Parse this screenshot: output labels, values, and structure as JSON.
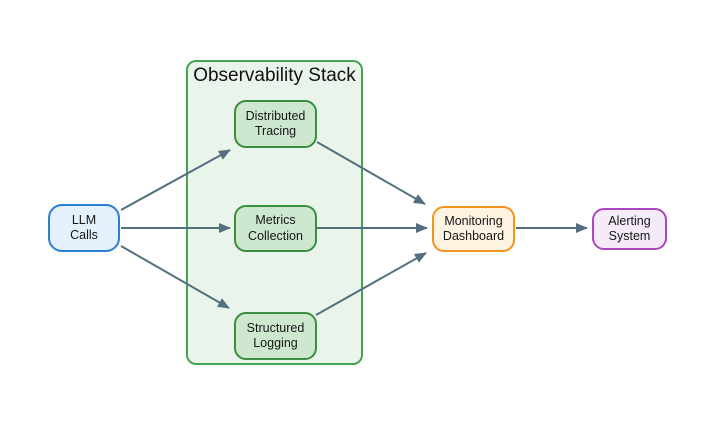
{
  "diagram": {
    "background": "#ffffff",
    "edge_color": "#54707E",
    "container": {
      "id": "observability-stack",
      "label": "Observability Stack",
      "fill": "#E9F5EA",
      "border": "#46A254"
    },
    "nodes": [
      {
        "id": "llm-calls",
        "label": "LLM\nCalls",
        "fill": "#E3F1FC",
        "border": "#2D7DD2"
      },
      {
        "id": "distributed-tracing",
        "label": "Distributed\nTracing",
        "fill": "#CDE8CF",
        "border": "#388E3C"
      },
      {
        "id": "metrics-collection",
        "label": "Metrics\nCollection",
        "fill": "#CDE8CF",
        "border": "#388E3C"
      },
      {
        "id": "structured-logging",
        "label": "Structured\nLogging",
        "fill": "#CDE8CF",
        "border": "#388E3C"
      },
      {
        "id": "monitoring-dashboard",
        "label": "Monitoring\nDashboard",
        "fill": "#FFF3E1",
        "border": "#F2941E"
      },
      {
        "id": "alerting-system",
        "label": "Alerting\nSystem",
        "fill": "#F5EAF8",
        "border": "#AB47BC"
      }
    ],
    "edges": [
      {
        "from": "llm-calls",
        "to": "distributed-tracing"
      },
      {
        "from": "llm-calls",
        "to": "metrics-collection"
      },
      {
        "from": "llm-calls",
        "to": "structured-logging"
      },
      {
        "from": "distributed-tracing",
        "to": "monitoring-dashboard"
      },
      {
        "from": "metrics-collection",
        "to": "monitoring-dashboard"
      },
      {
        "from": "structured-logging",
        "to": "monitoring-dashboard"
      },
      {
        "from": "monitoring-dashboard",
        "to": "alerting-system"
      }
    ]
  }
}
